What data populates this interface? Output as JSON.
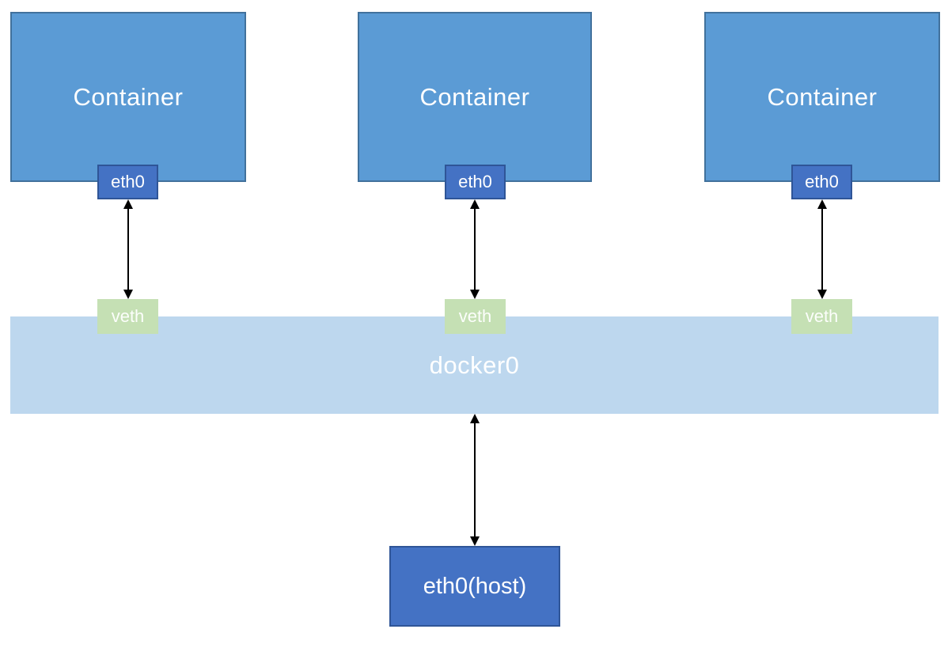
{
  "colors": {
    "container_fill": "#5B9BD5",
    "container_border": "#41719C",
    "eth_fill": "#4472C4",
    "eth_border": "#2F5597",
    "veth_fill": "#C5E0B4",
    "bridge_fill": "#BDD7EE",
    "arrow_color": "#000000",
    "text_color": "#FFFFFF"
  },
  "diagram": {
    "containers": [
      {
        "label": "Container",
        "interface_label": "eth0",
        "veth_label": "veth"
      },
      {
        "label": "Container",
        "interface_label": "eth0",
        "veth_label": "veth"
      },
      {
        "label": "Container",
        "interface_label": "eth0",
        "veth_label": "veth"
      }
    ],
    "bridge": {
      "label": "docker0"
    },
    "host_interface": {
      "label": "eth0(host)"
    }
  }
}
